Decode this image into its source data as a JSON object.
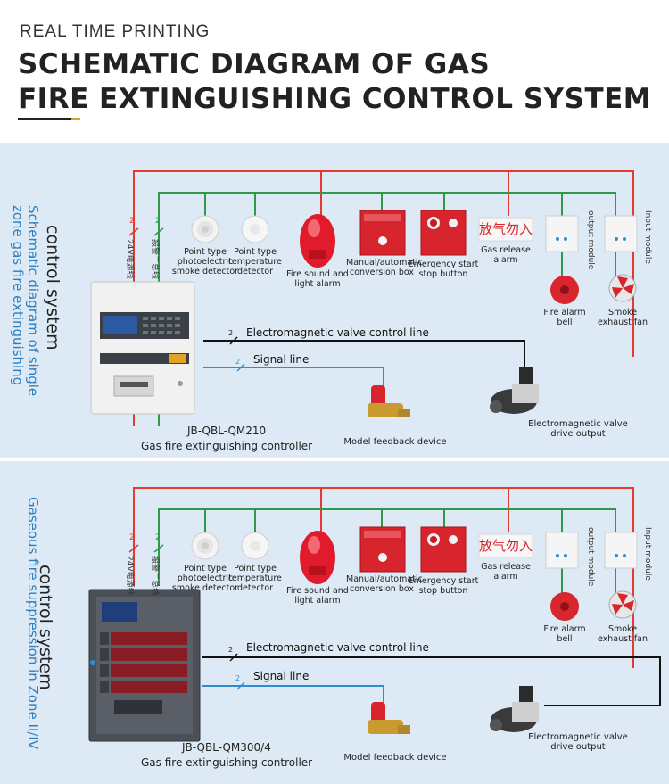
{
  "header": {
    "kicker": "REAL TIME PRINTING",
    "title_line1": "SCHEMATIC DIAGRAM OF GAS",
    "title_line2": "FIRE EXTINGUISHING CONTROL SYSTEM"
  },
  "colors": {
    "power_line": "#e53a2f",
    "bus_line": "#2f9a4a",
    "control_line": "#111111",
    "signal_line": "#2e8fd0",
    "panel_bg": "#dde9f4"
  },
  "panel1": {
    "title_main": "control system",
    "title_sub_line1": "Schematic diagram of single",
    "title_sub_line2": "zone gas fire extinguishing",
    "power_label": "24V电源线",
    "bus_label": "报警二总线",
    "wire_mark_power": "2",
    "wire_mark_bus": "2",
    "devices": {
      "smoke_detector": "Point type photoelectric smoke detector",
      "temp_detector": "Point type temperature detector",
      "sound_light": "Fire sound and light alarm",
      "conversion_box": "Manual/automatic conversion box",
      "emergency_button": "Emergency start stop button",
      "gas_release_sign": "放气勿入",
      "gas_release": "Gas release alarm",
      "output_module": "output module",
      "input_module": "Input module",
      "alarm_bell": "Fire alarm bell",
      "exhaust_fan": "Smoke exhaust fan",
      "feedback_device": "Model feedback device",
      "valve_drive": "Electromagnetic valve drive output"
    },
    "control_line": "Electromagnetic valve control line",
    "signal_line": "Signal line",
    "control_mark": "2",
    "signal_mark": "2",
    "model": "JB-QBL-QM210",
    "model_desc": "Gas fire extinguishing controller"
  },
  "panel2": {
    "title_main": "control system",
    "title_sub": "Gaseous fire suppression in Zone II/IV",
    "power_label": "24V电源线",
    "bus_label": "报警二总线",
    "wire_mark_power": "2",
    "wire_mark_bus": "2",
    "devices": {
      "smoke_detector": "Point type photoelectric smoke detector",
      "temp_detector": "Point type temperature detector",
      "sound_light": "Fire sound and light alarm",
      "conversion_box": "Manual/automatic conversion box",
      "emergency_button": "Emergency start stop button",
      "gas_release_sign": "放气勿入",
      "gas_release": "Gas release alarm",
      "output_module": "output module",
      "input_module": "Input module",
      "alarm_bell": "Fire alarm bell",
      "exhaust_fan": "Smoke exhaust fan",
      "feedback_device": "Model feedback device",
      "valve_drive": "Electromagnetic valve drive output"
    },
    "control_line": "Electromagnetic valve control line",
    "signal_line": "Signal line",
    "control_mark": "2",
    "signal_mark": "2",
    "model": "JB-QBL-QM300/4",
    "model_desc": "Gas fire extinguishing controller"
  }
}
